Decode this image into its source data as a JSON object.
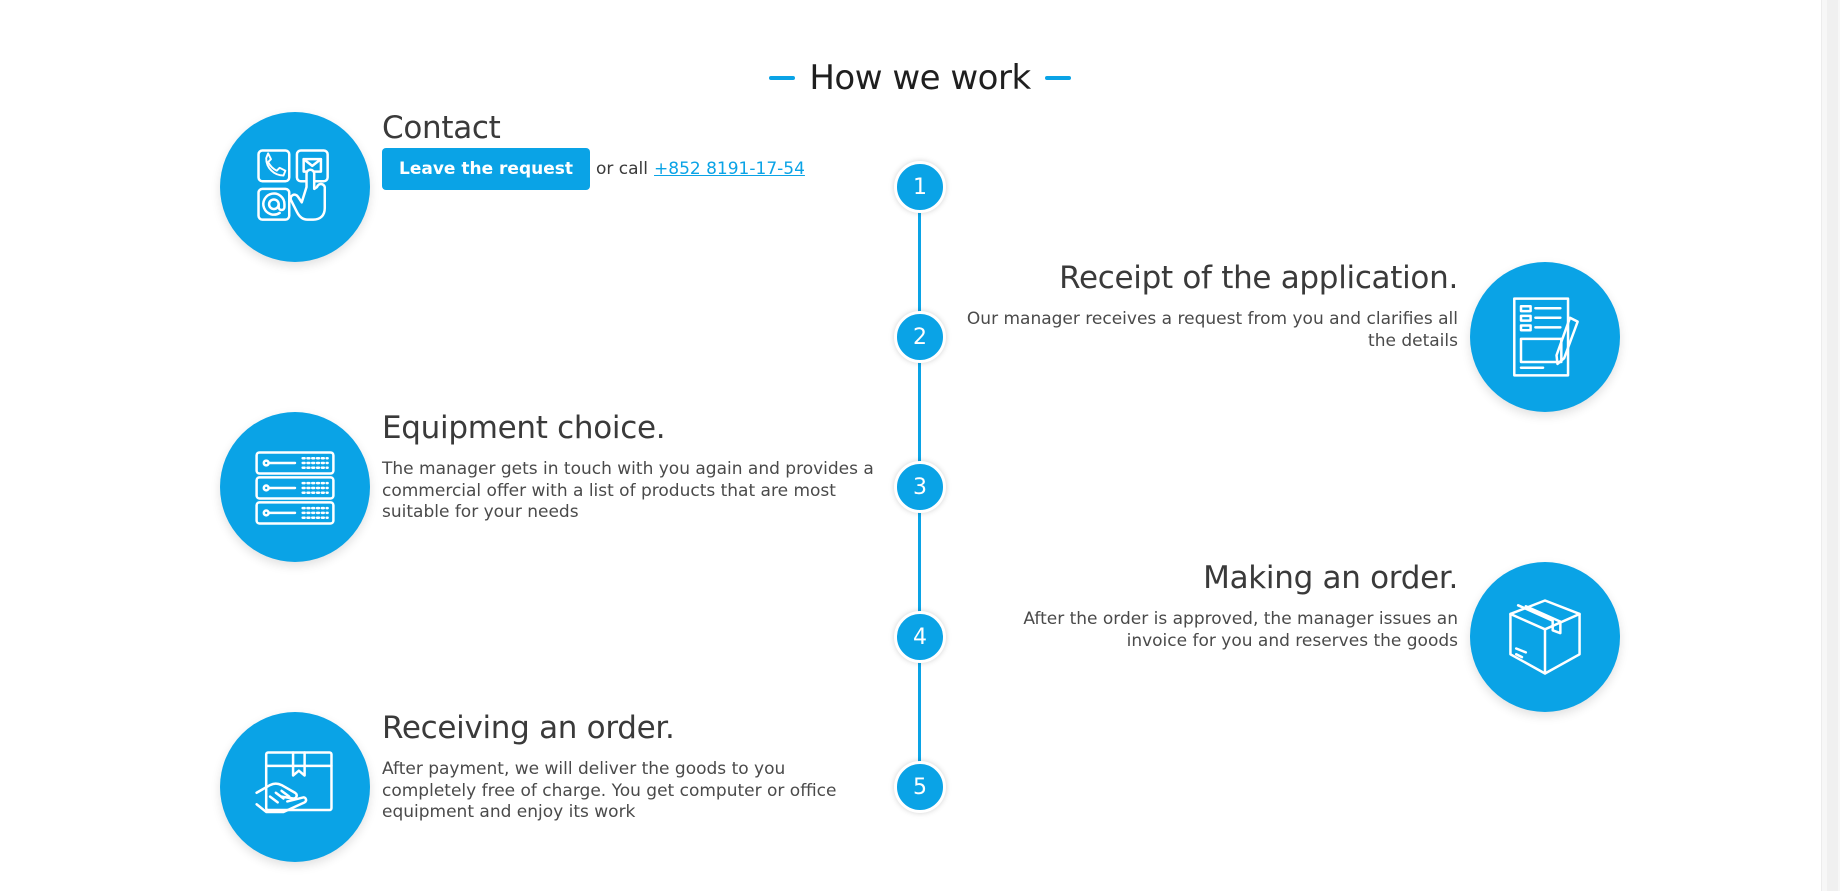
{
  "section": {
    "title": "How we work"
  },
  "colors": {
    "accent": "#0aa3e6",
    "text": "#3a3a3a"
  },
  "steps": [
    {
      "number": "1",
      "title": "Contact",
      "icon": "contact-icon",
      "button_label": "Leave the request",
      "or_call": "or call",
      "phone": "+852 8191-17-54"
    },
    {
      "number": "2",
      "title": "Receipt of the application.",
      "icon": "application-form-icon",
      "description": "Our manager receives a request from you and clarifies all the details"
    },
    {
      "number": "3",
      "title": "Equipment choice.",
      "icon": "server-rack-icon",
      "description": "The manager gets in touch with you again and provides a commercial offer with a list of products that are most suitable for your needs"
    },
    {
      "number": "4",
      "title": "Making an order.",
      "icon": "package-box-icon",
      "description": "After the order is approved, the manager issues an invoice for you and reserves the goods"
    },
    {
      "number": "5",
      "title": "Receiving an order.",
      "icon": "delivery-handshake-icon",
      "description": "After payment, we will deliver the goods to you completely free of charge. You get computer or office equipment and enjoy its work"
    }
  ]
}
